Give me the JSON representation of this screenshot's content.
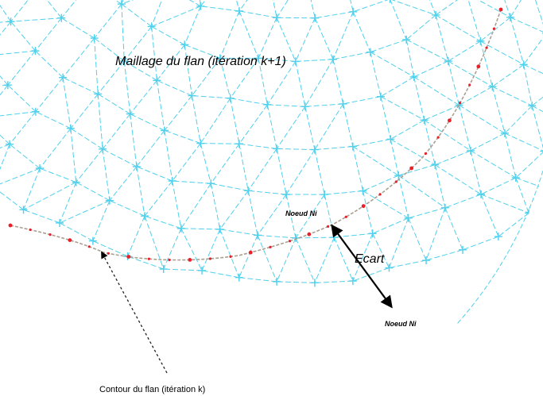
{
  "labels": {
    "mesh_title": "Maillage du flan (itération k+1)",
    "node_ni_upper": "Noeud Ni",
    "gap": "Ecart",
    "node_ni_lower": "Noeud Ni",
    "contour": "Contour du flan (itération k)"
  },
  "colors": {
    "mesh": "#4fd0ec",
    "contour_line": "#a9a092",
    "contour_dots": "#e8202a",
    "arrow": "#000000",
    "background": "#ffffff"
  }
}
